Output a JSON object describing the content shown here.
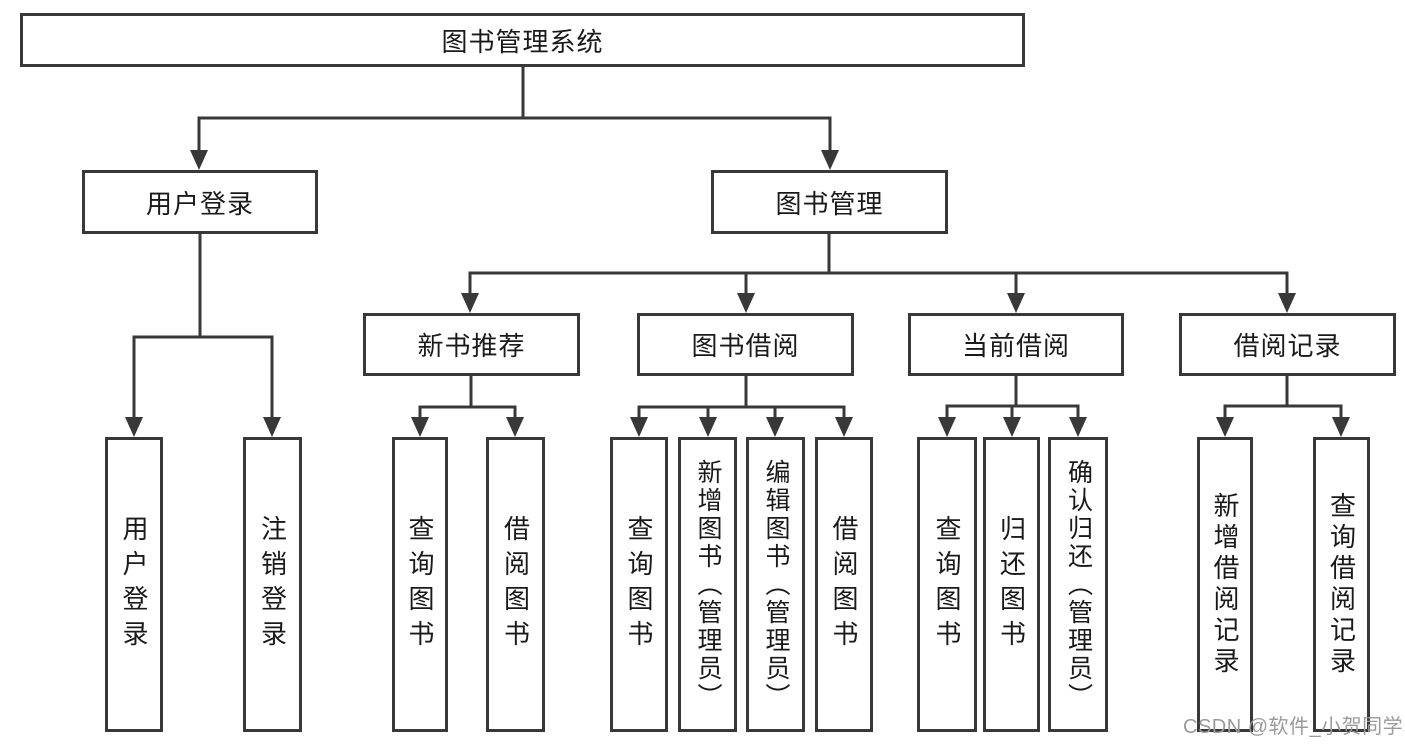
{
  "diagram_type": "hierarchy-tree",
  "colors": {
    "background": "#ffffff",
    "box_fill": "#ffffff",
    "stroke": "#383838",
    "text": "#1a1a1a",
    "watermark": "#9b9b9b"
  },
  "tree": {
    "root": {
      "label": "图书管理系统",
      "children": [
        {
          "label": "用户登录",
          "children": [
            {
              "label": "用户登录"
            },
            {
              "label": "注销登录"
            }
          ]
        },
        {
          "label": "图书管理",
          "children": [
            {
              "label": "新书推荐",
              "children": [
                {
                  "label": "查询图书"
                },
                {
                  "label": "借阅图书"
                }
              ]
            },
            {
              "label": "图书借阅",
              "children": [
                {
                  "label": "查询图书"
                },
                {
                  "label": "新增图书（管理员）"
                },
                {
                  "label": "编辑图书（管理员）"
                },
                {
                  "label": "借阅图书"
                }
              ]
            },
            {
              "label": "当前借阅",
              "children": [
                {
                  "label": "查询图书"
                },
                {
                  "label": "归还图书"
                },
                {
                  "label": "确认归还（管理员）"
                }
              ]
            },
            {
              "label": "借阅记录",
              "children": [
                {
                  "label": "新增借阅记录"
                },
                {
                  "label": "查询借阅记录"
                }
              ]
            }
          ]
        }
      ]
    }
  },
  "watermark": {
    "text": "CSDN @软件_小贺同学"
  }
}
